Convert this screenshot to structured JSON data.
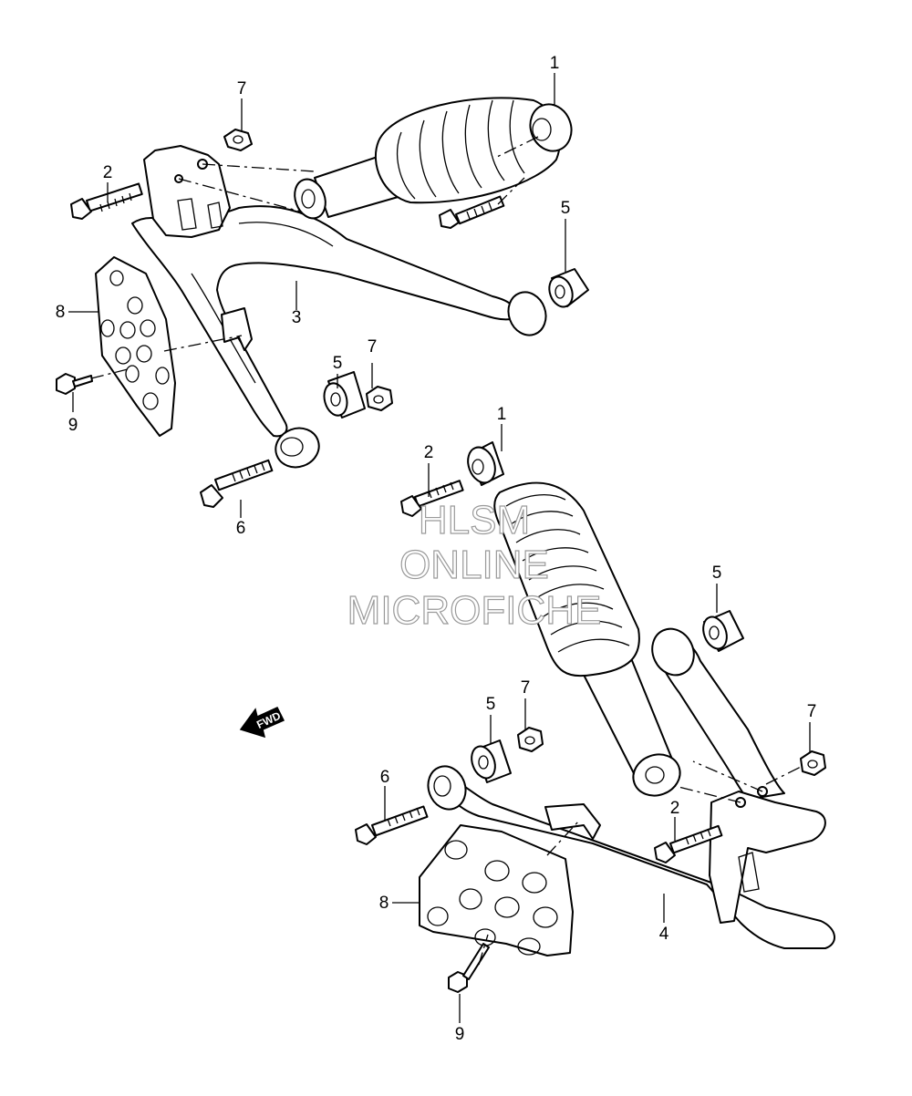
{
  "callouts": {
    "c1_top": "1",
    "c2_top": "2",
    "c3": "3",
    "c5_top_right": "5",
    "c5_top_mid": "5",
    "c6_top": "6",
    "c7_top": "7",
    "c7_top_mid": "7",
    "c8_top": "8",
    "c9_top": "9",
    "c1_bottom": "1",
    "c2_bottom_left": "2",
    "c2_bottom_right": "2",
    "c4": "4",
    "c5_bottom_right": "5",
    "c5_bottom_mid": "5",
    "c6_bottom": "6",
    "c7_bottom_mid": "7",
    "c7_bottom_right": "7",
    "c8_bottom": "8",
    "c9_bottom": "9"
  },
  "direction_arrow": {
    "label": "FWD",
    "icon": "fwd-arrow-icon"
  },
  "watermark": {
    "line1": "HLSM",
    "line2": "ONLINE",
    "line3": "MICROFICHE"
  }
}
